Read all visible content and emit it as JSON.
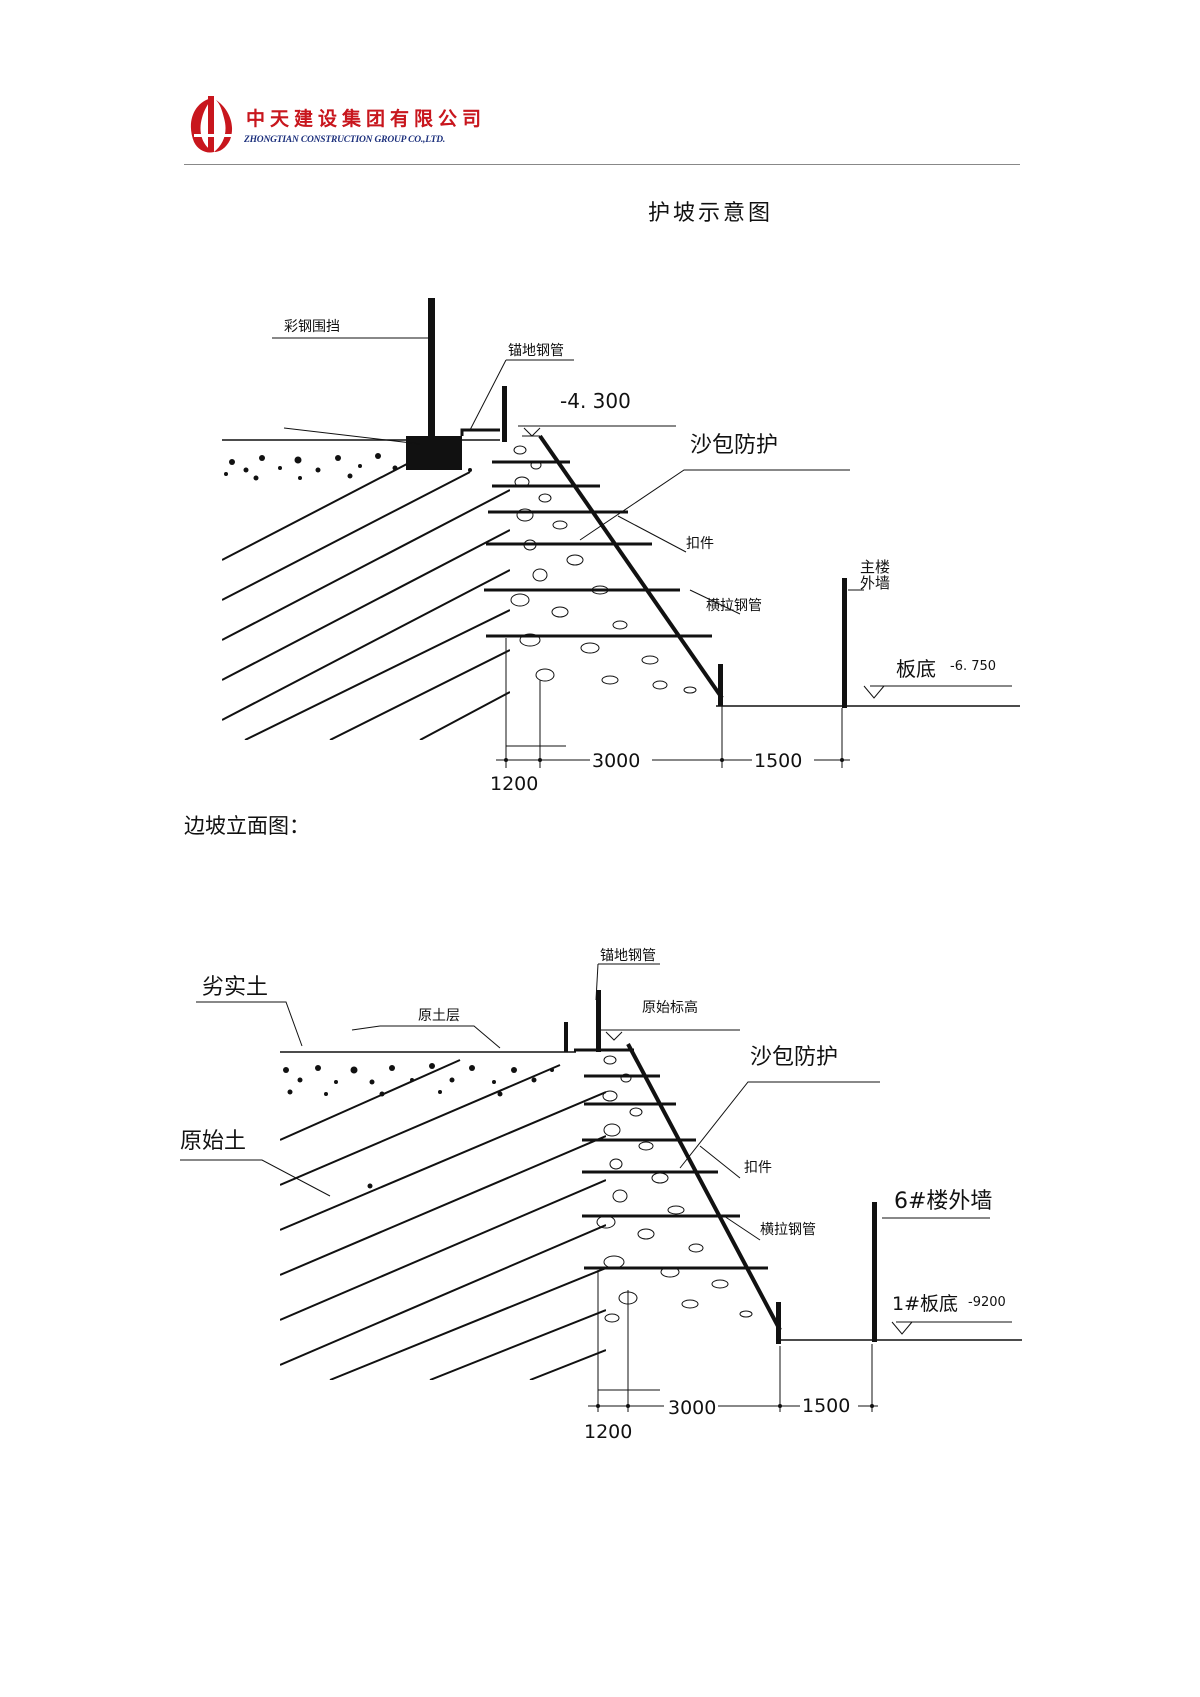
{
  "header": {
    "company_cn": "中天建设集团有限公司",
    "company_en": "ZHONGTIAN CONSTRUCTION GROUP CO.,LTD.",
    "colors": {
      "brand_red": "#c8161d",
      "brand_blue": "#1b2f7c"
    }
  },
  "page_title": "护坡示意图",
  "section_title": "边坡立面图：",
  "figure1": {
    "labels": {
      "fence": "彩钢围挡",
      "anchor_pipe": "锚地钢管",
      "elevation": "-4. 300",
      "sandbag": "沙包防护",
      "clamp": "扣件",
      "tie_pipe": "横拉钢管",
      "main_wall_1": "主楼",
      "main_wall_2": "外墙",
      "slab_bottom": "板底",
      "slab_level": "-6. 750",
      "dim_1200": "1200",
      "dim_3000": "3000",
      "dim_1500": "1500"
    }
  },
  "figure2": {
    "labels": {
      "compacted_soil": "劣实土",
      "original_layer": "原土层",
      "original_soil": "原始土",
      "anchor_pipe": "锚地钢管",
      "original_level": "原始标高",
      "sandbag": "沙包防护",
      "clamp": "扣件",
      "tie_pipe": "横拉钢管",
      "building_wall": "6#楼外墙",
      "slab_bottom": "1#板底",
      "slab_level": "-9200",
      "dim_1200": "1200",
      "dim_3000": "3000",
      "dim_1500": "1500"
    }
  }
}
